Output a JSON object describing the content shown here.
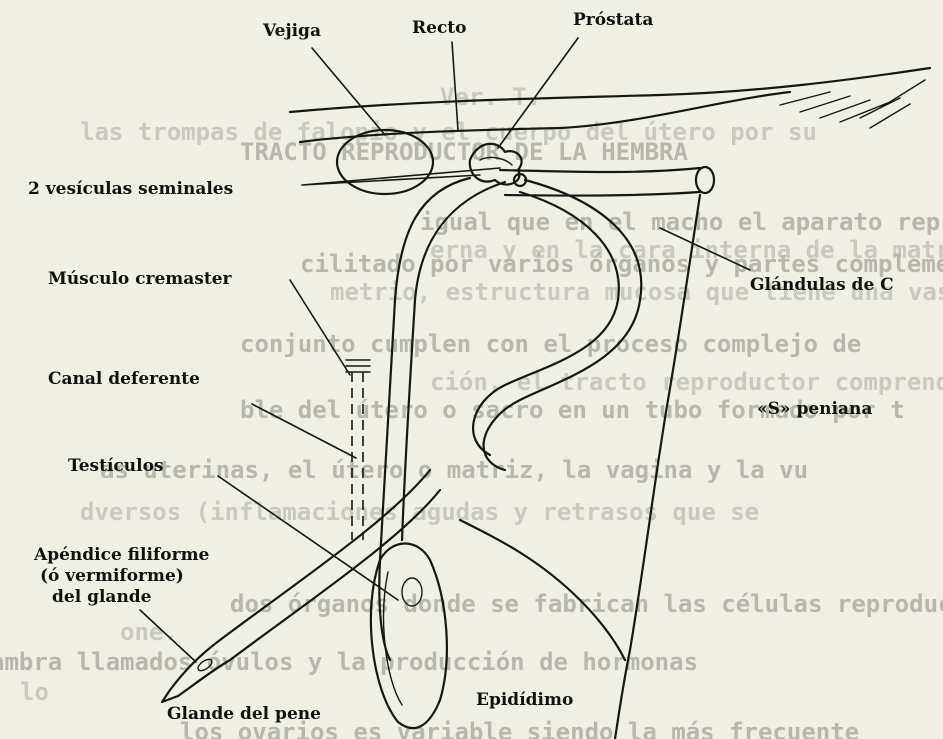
{
  "labels": {
    "vejiga": "Vejiga",
    "recto": "Recto",
    "prostata": "Próstata",
    "vesiculas": "2 vesículas seminales",
    "glandulas": "Glándulas de C",
    "cremaster": "Músculo cremaster",
    "canal": "Canal deferente",
    "s_peniana": "«S» peniana",
    "testiculos": "Testículos",
    "apendice_1": "Apéndice filiforme",
    "apendice_2": "(ó vermiforme)",
    "apendice_3": "del glande",
    "glande": "Glande del pene",
    "epididimo": "Epidídimo"
  },
  "background_text": [
    "Ver. T.",
    "las trompas de falopio y el cuerpo del útero por su",
    "TRACTO REPRODUCTOR DE LA HEMBRA",
    "igual que en el macho el aparato reproductor de la he",
    "erna y en la cara interna de la matriz, se loc",
    "cilitado por varios órganos y partes complementaria",
    "metrio, estructura mucosa que tiene una vascular",
    "conjunto cumplen con el proceso complejo de",
    "ción, el tracto reproductor comprende a los dos ovar",
    "ble del útero o sacro en un tubo formado por t",
    "as uterinas, el útero o matriz, la vagina y la vu",
    "dversos (inflamaciones agudas y retrasos que se",
    "dos órganos donde se fabrican las células reproducti",
    "one.",
    "ambra llamados óvulos y la producción de hormonas",
    "lo",
    "los ovarios es variable siendo la más frecuente"
  ]
}
